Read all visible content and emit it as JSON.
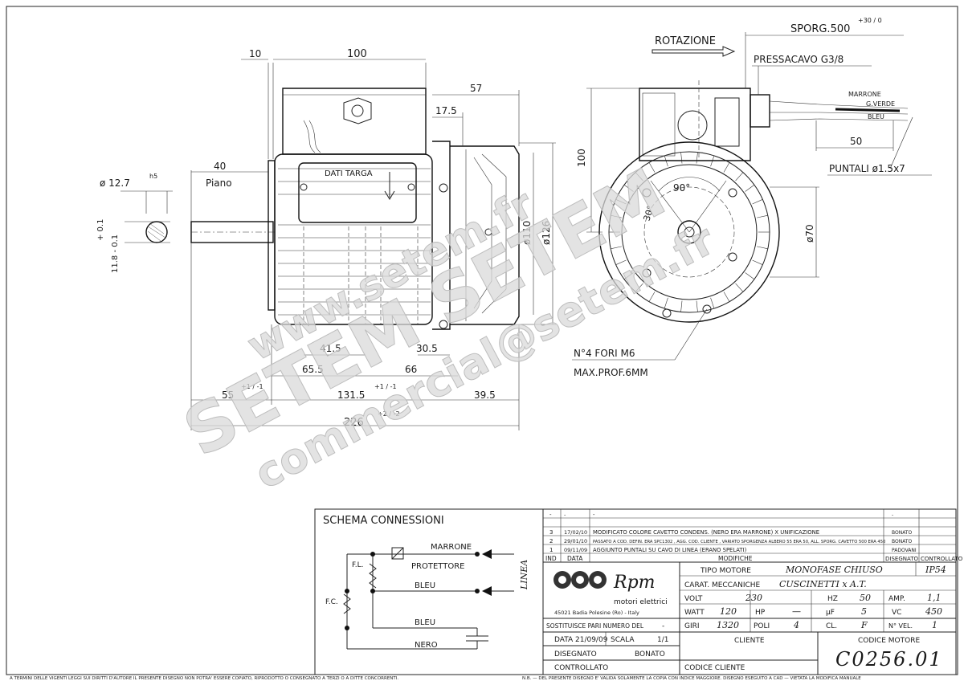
{
  "dims": {
    "d10": "10",
    "d100_top": "100",
    "d57": "57",
    "d17_5": "17.5",
    "d40": "40",
    "piano": "Piano",
    "shaft_dia": "ø 12.7",
    "shaft_tol": "h5",
    "tol_plus": "+ 0.1",
    "tol_minus": "11.8 - 0.1",
    "d100_side": "100",
    "dia110": "ø110",
    "dia126": "ø126",
    "dia70": "ø70",
    "d41_5": "41.5",
    "d30_5": "30.5",
    "d65_5": "65.5",
    "d66": "66",
    "d55": "55",
    "d55_tol": "+1 / -1",
    "d131_5": "131.5",
    "d131_tol": "+1 / -1",
    "d39_5": "39.5",
    "d226": "226",
    "d226_tol": "+2 / -2",
    "angle90": "90°",
    "angle30": "30°",
    "d50": "50"
  },
  "labels": {
    "dati_targa": "DATI TARGA",
    "rotazione": "ROTAZIONE",
    "sporg": "SPORG.500",
    "sporg_tol": "+30 / 0",
    "pressacavo": "PRESSACAVO G3/8",
    "marrone": "MARRONE",
    "g_verde": "G.VERDE",
    "bleu": "BLEU",
    "puntali": "PUNTALI ø1.5x7",
    "fori": "N°4 FORI M6",
    "prof": "MAX.PROF.6MM"
  },
  "schema": {
    "title": "SCHEMA CONNESSIONI",
    "marrone": "MARRONE",
    "protettore": "PROTETTORE",
    "bleu1": "BLEU",
    "bleu2": "BLEU",
    "nero": "NERO",
    "fl": "F.L.",
    "fc": "F.C.",
    "linea": "LINEA"
  },
  "revisions": [
    {
      "n": "-",
      "date": "-",
      "text": "-",
      "by": "-",
      "ctrl": ""
    },
    {
      "n": "3",
      "date": "17/02/10",
      "text": "MODIFICATO COLORE CAVETTO CONDENS. (NERO ERA MARRONE) X UNIFICAZIONE",
      "by": "BONATO",
      "ctrl": ""
    },
    {
      "n": "2",
      "date": "29/01/10",
      "text": "PASSATO A COD. DEFIN. ERA SPC1302 , AGG. COD. CLIENTE , VARIATO SPORGENZA ALBERO 55 ERA 50, ALL. SPORG. CAVETTO 500 ERA 450",
      "by": "BONATO",
      "ctrl": ""
    },
    {
      "n": "1",
      "date": "09/11/09",
      "text": "AGGIUNTO PUNTALI SU CAVO DI LINEA (ERANO SPELATI)",
      "by": "PADOVANI",
      "ctrl": ""
    }
  ],
  "rev_header": {
    "ind": "IND",
    "data": "DATA",
    "modifiche": "MODIFICHE",
    "disegnato": "DISEGNATO",
    "controllato": "CONTROLLATO"
  },
  "company": {
    "name": "Rpm",
    "sub": "motori elettrici",
    "address": "45021 Badia Polesine (Ro) - Italy"
  },
  "spec": {
    "tipo_label": "TIPO MOTORE",
    "tipo_value": "MONOFASE CHIUSO",
    "ip": "IP54",
    "carat_label": "CARAT. MECCANICHE",
    "carat_value": "CUSCINETTI x A.T.",
    "volt_label": "VOLT",
    "volt_value": "230",
    "hz_label": "HZ",
    "hz_value": "50",
    "amp_label": "AMP.",
    "amp_value": "1,1",
    "watt_label": "WATT",
    "watt_value": "120",
    "hp_label": "HP",
    "hp_value": "—",
    "uf_label": "µF",
    "uf_value": "5",
    "vc_label": "VC",
    "vc_value": "450",
    "giri_label": "GIRI",
    "giri_value": "1320",
    "poli_label": "POLI",
    "poli_value": "4",
    "cl_label": "CL.",
    "cl_value": "F",
    "vel_label": "N° VEL.",
    "vel_value": "1"
  },
  "title_block": {
    "sostituisce": "SOSTITUISCE PARI NUMERO DEL",
    "sostituisce_val": "-",
    "data_label": "DATA",
    "data_value": "21/09/09",
    "scala_label": "SCALA",
    "scala_value": "1/1",
    "cliente": "CLIENTE",
    "codice_motore_label": "CODICE MOTORE",
    "codice_motore": "C0256.01",
    "disegnato_label": "DISEGNATO",
    "disegnato_value": "BONATO",
    "controllato_label": "CONTROLLATO",
    "codice_cliente": "CODICE CLIENTE"
  },
  "footer": {
    "left": "A TERMINI DELLE VIGENTI LEGGI SUI DIRITTI D'AUTORE IL PRESENTE DISEGNO NON POTRA' ESSERE COPIATO, RIPRODOTTO O CONSEGNATO A TERZI O A DITTE CONCORRENTI.",
    "right": "N.B. — DEL PRESENTE DISEGNO E' VALIDA SOLAMENTE LA COPIA CON INDICE MAGGIORE.    DISEGNO ESEGUITO A CAD — VIETATA LA MODIFICA MANUALE"
  },
  "watermark": {
    "w1": "www.setem.fr",
    "w2": "SETEM SETEM",
    "w3": "commercial@setem.fr"
  }
}
